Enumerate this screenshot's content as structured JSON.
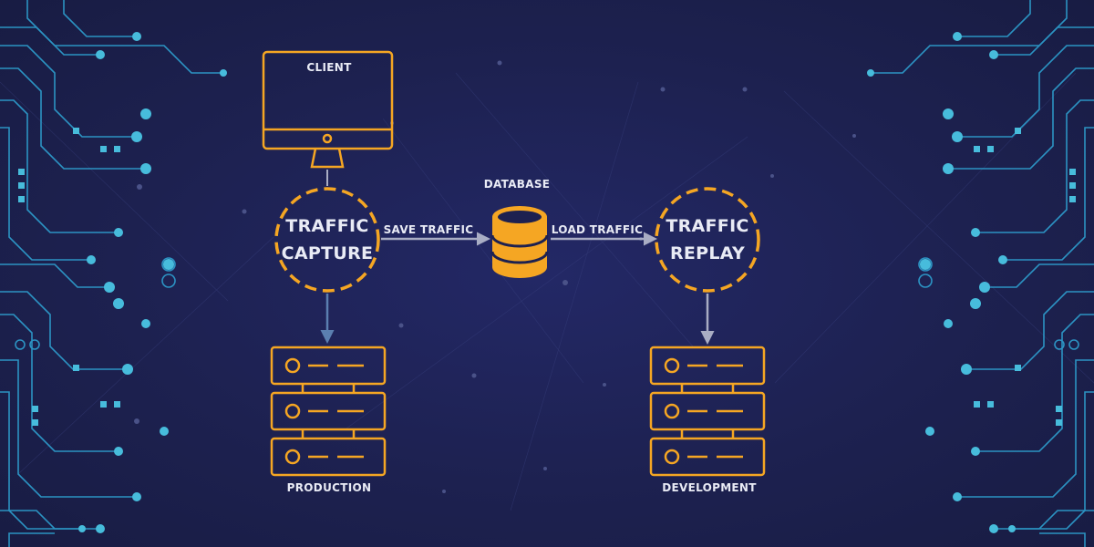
{
  "diagram": {
    "nodes": {
      "client": {
        "label": "CLIENT",
        "icon": "monitor-icon"
      },
      "capture": {
        "line1": "TRAFFIC",
        "line2": "CAPTURE"
      },
      "database": {
        "label": "DATABASE",
        "icon": "database-icon"
      },
      "replay": {
        "line1": "TRAFFIC",
        "line2": "REPLAY"
      },
      "production": {
        "label": "PRODUCTION",
        "icon": "server-rack-icon"
      },
      "development": {
        "label": "DEVELOPMENT",
        "icon": "server-rack-icon"
      }
    },
    "edges": {
      "save": "SAVE TRAFFIC",
      "load": "LOAD TRAFFIC"
    }
  },
  "colors": {
    "background": "#1c2150",
    "accent": "#f5a623",
    "circuit": "#2fa8d8",
    "circuit_node": "#4fd8f5",
    "arrow": "#a9adc4",
    "text": "#e9ebf5"
  }
}
